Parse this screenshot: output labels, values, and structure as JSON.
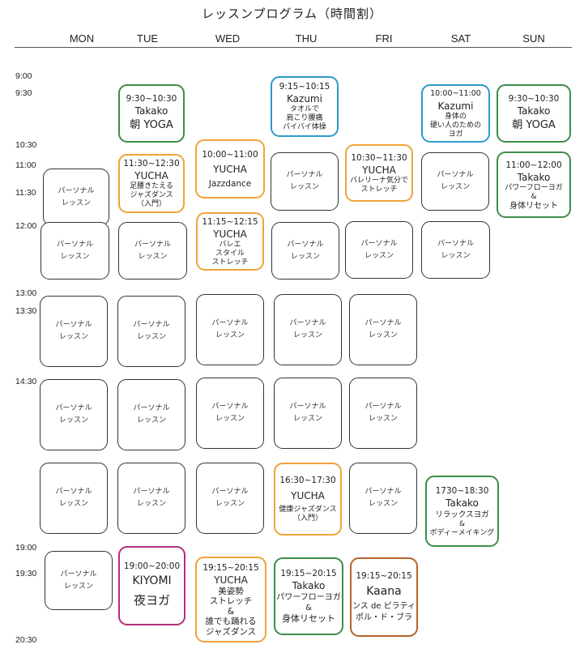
{
  "title": "レッスンプログラム（時間割）",
  "days": [
    "MON",
    "TUE",
    "WED",
    "THU",
    "FRI",
    "SAT",
    "SUN"
  ],
  "times": [
    "9:00",
    "9:30",
    "10:30",
    "11:00",
    "11:30",
    "12:00",
    "13:00",
    "13:30",
    "14:30",
    "19:00",
    "19:30",
    "20:30"
  ],
  "personal": [
    "パーソナル",
    "レッスン"
  ],
  "lessons": {
    "tue_930": {
      "time": "9:30~10:30",
      "instructor": "Takako",
      "name": "朝 YOGA"
    },
    "thu_915": {
      "time": "9:15~10:15",
      "instructor": "Kazumi",
      "desc": [
        "タオルで",
        "肩こり腰痛",
        "バイバイ体操"
      ]
    },
    "sat_1000": {
      "time": "10:00~11:00",
      "instructor": "Kazumi",
      "desc": [
        "身体の",
        "硬い人のための",
        "ヨガ"
      ]
    },
    "sun_930": {
      "time": "9:30~10:30",
      "instructor": "Takako",
      "name": "朝 YOGA"
    },
    "tue_1130": {
      "time": "11:30~12:30",
      "instructor": "YUCHA",
      "desc": [
        "足腰きたえる",
        "ジャズダンス",
        "（入門）"
      ]
    },
    "wed_1000": {
      "time": "10:00~11:00",
      "instructor": "YUCHA",
      "name": "Jazzdance"
    },
    "fri_1030": {
      "time": "10:30~11:30",
      "instructor": "YUCHA",
      "desc": [
        "バレリーナ気分で",
        "ストレッチ"
      ]
    },
    "sun_1100": {
      "time": "11:00~12:00",
      "instructor": "Takako",
      "desc": [
        "パワーフローヨガ",
        "&",
        "身体リセット"
      ]
    },
    "wed_1115": {
      "time": "11:15~12:15",
      "instructor": "YUCHA",
      "desc": [
        "バレエ",
        "スタイル",
        "ストレッチ"
      ]
    },
    "thu_1630": {
      "time": "16:30~17:30",
      "instructor": "YUCHA",
      "desc": [
        "健康ジャズダンス",
        "（入門）"
      ]
    },
    "sat_1730": {
      "time": "1730~18:30",
      "instructor": "Takako",
      "desc": [
        "リラックスヨガ",
        "&",
        "ボディーメイキング"
      ]
    },
    "tue_1900": {
      "time": "19:00~20:00",
      "instructor": "KIYOMI",
      "name": "夜ヨガ"
    },
    "wed_1915": {
      "time": "19:15~20:15",
      "instructor": "YUCHA",
      "desc": [
        "美姿勢",
        "ストレッチ",
        "&",
        "誰でも踊れる",
        "ジャズダンス"
      ]
    },
    "thu_1915": {
      "time": "19:15~20:15",
      "instructor": "Takako",
      "desc": [
        "パワーフローヨガ",
        "&",
        "身体リセット"
      ]
    },
    "fri_1915": {
      "time": "19:15~20:15",
      "instructor": "Kaana",
      "desc": [
        "ダンス de ピラティス",
        "ポル・ド・ブラ"
      ]
    }
  }
}
